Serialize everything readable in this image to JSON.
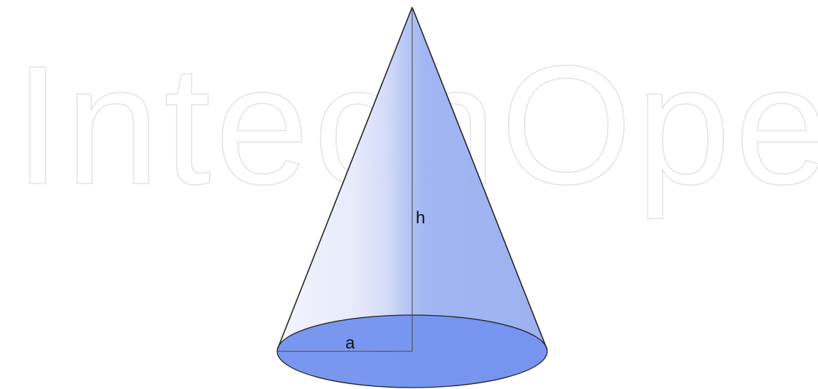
{
  "watermark": {
    "text": "IntechOpen",
    "color": "#e3e3e3"
  },
  "diagram": {
    "shape": "cone",
    "labels": {
      "height": "h",
      "radius": "a"
    },
    "colors": {
      "cone_light": "#eef0fb",
      "cone_mid": "#d4dcf8",
      "cone_dark": "#96aef0",
      "base": "#7694f0",
      "outline": "#222222"
    }
  }
}
